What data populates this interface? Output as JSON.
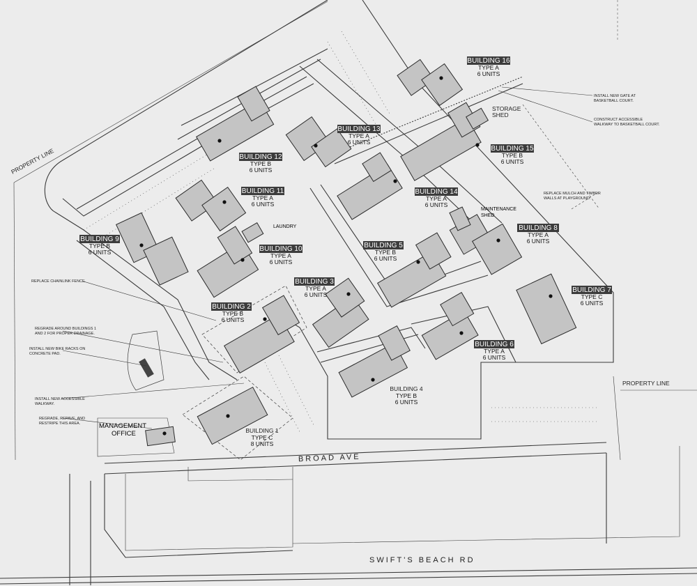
{
  "colors": {
    "background": "#ececec",
    "line": "#3a3a3a",
    "building_fill": "#c4c4c4",
    "label_box": "#3c3c3c"
  },
  "buildings": [
    {
      "id": "b16",
      "title": "BUILDING 16",
      "type": "TYPE A",
      "units": "6 UNITS"
    },
    {
      "id": "b13",
      "title": "BUILDING 13",
      "type": "TYPE A",
      "units": "6 UNITS"
    },
    {
      "id": "b12",
      "title": "BUILDING 12",
      "type": "TYPE B",
      "units": "6 UNITS"
    },
    {
      "id": "b15",
      "title": "BUILDING 15",
      "type": "TYPE B",
      "units": "6 UNITS"
    },
    {
      "id": "b11",
      "title": "BUILDING 11",
      "type": "TYPE A",
      "units": "6 UNITS"
    },
    {
      "id": "b14",
      "title": "BUILDING 14",
      "type": "TYPE A",
      "units": "6 UNITS"
    },
    {
      "id": "b9",
      "title": "BUILDING 9",
      "type": "TYPE B",
      "units": "6 UNITS"
    },
    {
      "id": "b8",
      "title": "BUILDING 8",
      "type": "TYPE A",
      "units": "6 UNITS"
    },
    {
      "id": "b10",
      "title": "BUILDING 10",
      "type": "TYPE A",
      "units": "6 UNITS"
    },
    {
      "id": "b5",
      "title": "BUILDING 5",
      "type": "TYPE B",
      "units": "6 UNITS"
    },
    {
      "id": "b3",
      "title": "BUILDING 3",
      "type": "TYPE A",
      "units": "6 UNITS"
    },
    {
      "id": "b7",
      "title": "BUILDING 7",
      "type": "TYPE C",
      "units": "6 UNITS"
    },
    {
      "id": "b2",
      "title": "BUILDING 2",
      "type": "TYPE B",
      "units": "6 UNITS"
    },
    {
      "id": "b6",
      "title": "BUILDING 6",
      "type": "TYPE A",
      "units": "6 UNITS"
    },
    {
      "id": "b4",
      "title": "BUILDING 4",
      "type": "TYPE B",
      "units": "6 UNITS"
    },
    {
      "id": "b1",
      "title": "BUILDING 1",
      "type": "TYPE C",
      "units": "8 UNITS"
    }
  ],
  "labels": {
    "storage_shed_1": "STORAGE",
    "storage_shed_2": "SHED",
    "maintenance_shed_1": "MAINTENANCE",
    "maintenance_shed_2": "SHED",
    "laundry": "LAUNDRY",
    "management_office_1": "MANAGEMENT",
    "management_office_2": "OFFICE",
    "property_line_left": "PROPERTY LINE",
    "property_line_right": "PROPERTY LINE",
    "broad_ave": "BROAD AVE",
    "swifts_beach_rd": "SWIFT'S BEACH RD"
  },
  "notes": {
    "gate_1": "INSTALL NEW GATE AT",
    "gate_2": "BASKETBALL COURT.",
    "walkway_bb_1": "CONSTRUCT ACCESSIBLE",
    "walkway_bb_2": "WALKWAY TO BASKETBALL COURT.",
    "mulch_1": "REPLACE MULCH AND TIMBER",
    "mulch_2": "WALLS AT PLAYGROUND.",
    "chainlink": "REPLACE CHAINLINK FENCE.",
    "regrade_1": "REGRADE AROUND BUILDINGS 1",
    "regrade_2": "AND 2 FOR PROPER DRAINAGE.",
    "bike_1": "INSTALL NEW BIKE RACKS ON",
    "bike_2": "CONCRETE PAD.",
    "walkway_1": "INSTALL NEW ACCESSIBLE",
    "walkway_2": "WALKWAY.",
    "restripe_1": "REGRADE, REPAVE, AND",
    "restripe_2": "RESTRIPE THIS AREA."
  }
}
